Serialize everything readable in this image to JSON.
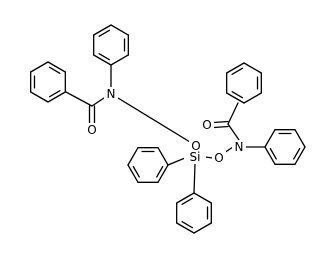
{
  "structure": {
    "atoms": {
      "n1": "N",
      "o_carbonyl1": "O",
      "o_link1": "O",
      "si": "Si",
      "o_link2": "O",
      "n2": "N",
      "o_carbonyl2": "O"
    }
  },
  "colors": {
    "bond": "#000000",
    "label": "#000000",
    "background": "#ffffff"
  }
}
